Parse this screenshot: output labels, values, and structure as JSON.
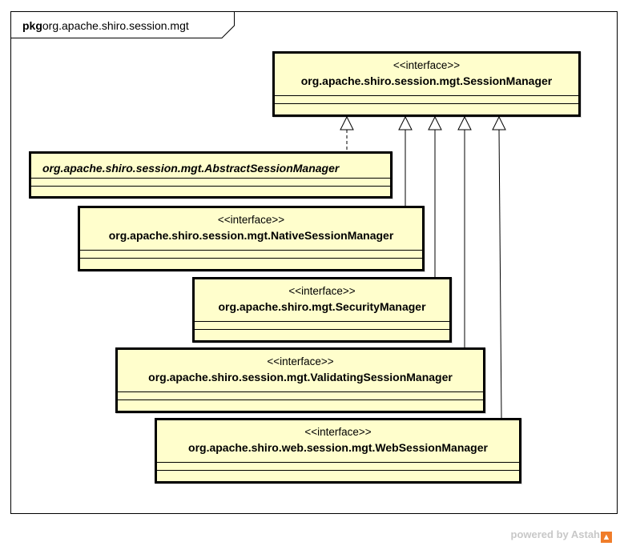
{
  "package": {
    "keyword": "pkg",
    "name": "org.apache.shiro.session.mgt"
  },
  "classes": [
    {
      "id": "session-manager",
      "stereotype": "<<interface>>",
      "name": "org.apache.shiro.session.mgt.SessionManager",
      "italic": false
    },
    {
      "id": "abstract-session-manager",
      "stereotype": "",
      "name": "org.apache.shiro.session.mgt.AbstractSessionManager",
      "italic": true
    },
    {
      "id": "native-session-manager",
      "stereotype": "<<interface>>",
      "name": "org.apache.shiro.session.mgt.NativeSessionManager",
      "italic": false
    },
    {
      "id": "security-manager",
      "stereotype": "<<interface>>",
      "name": "org.apache.shiro.mgt.SecurityManager",
      "italic": false
    },
    {
      "id": "validating-session-manager",
      "stereotype": "<<interface>>",
      "name": "org.apache.shiro.session.mgt.ValidatingSessionManager",
      "italic": false
    },
    {
      "id": "web-session-manager",
      "stereotype": "<<interface>>",
      "name": "org.apache.shiro.web.session.mgt.WebSessionManager",
      "italic": false
    }
  ],
  "relations": [
    {
      "from": "abstract-session-manager",
      "to": "session-manager",
      "kind": "realization"
    },
    {
      "from": "native-session-manager",
      "to": "session-manager",
      "kind": "generalization"
    },
    {
      "from": "security-manager",
      "to": "session-manager",
      "kind": "generalization"
    },
    {
      "from": "validating-session-manager",
      "to": "session-manager",
      "kind": "generalization"
    },
    {
      "from": "web-session-manager",
      "to": "session-manager",
      "kind": "generalization"
    }
  ],
  "footer": {
    "text": "powered by Astah"
  }
}
